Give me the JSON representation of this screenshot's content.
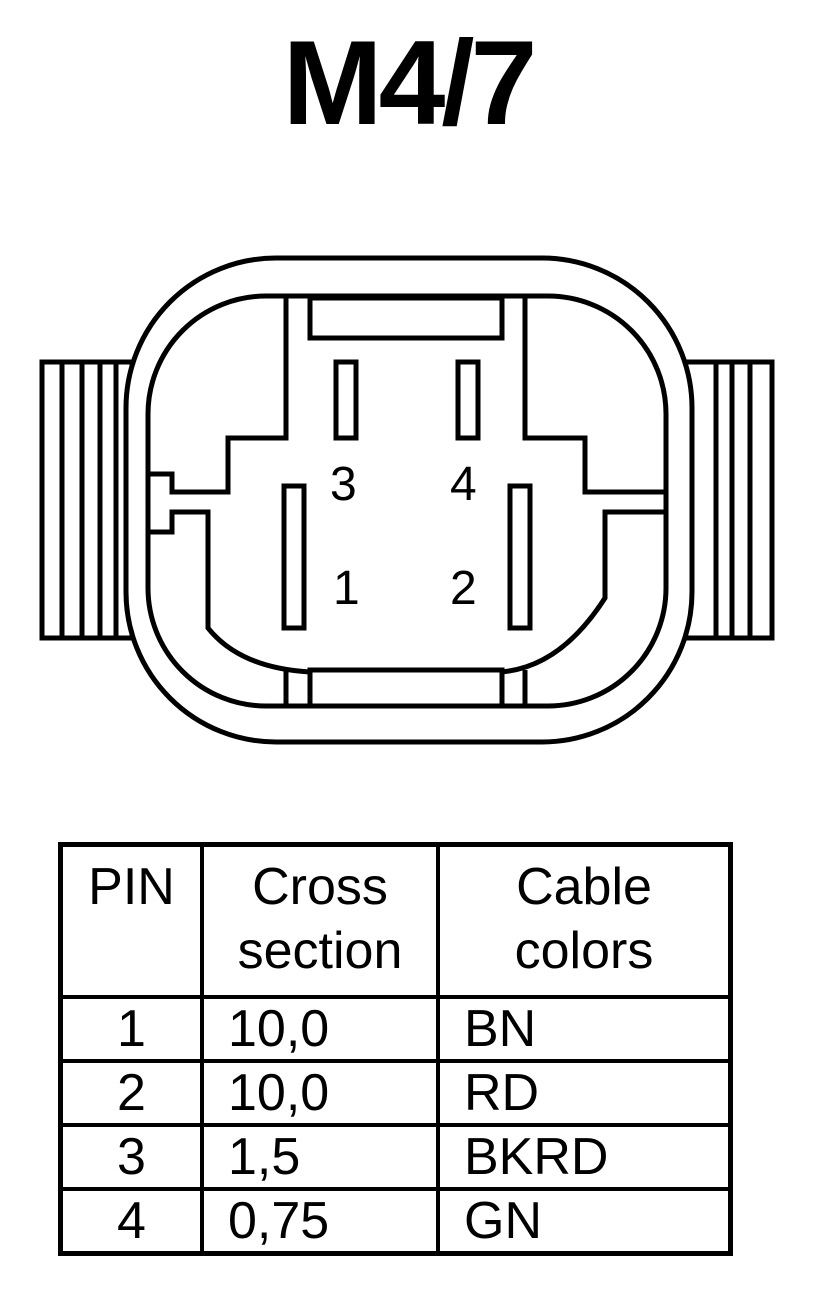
{
  "title": "M4/7",
  "connector": {
    "pin_labels": [
      "3",
      "4",
      "1",
      "2"
    ]
  },
  "table": {
    "headers": {
      "pin": "PIN",
      "cross_line1": "Cross",
      "cross_line2": "section",
      "color_line1": "Cable",
      "color_line2": "colors"
    },
    "rows": [
      {
        "pin": "1",
        "cross": "10,0",
        "color": "BN"
      },
      {
        "pin": "2",
        "cross": "10,0",
        "color": "RD"
      },
      {
        "pin": "3",
        "cross": "1,5",
        "color": "BKRD"
      },
      {
        "pin": "4",
        "cross": "0,75",
        "color": "GN"
      }
    ]
  }
}
